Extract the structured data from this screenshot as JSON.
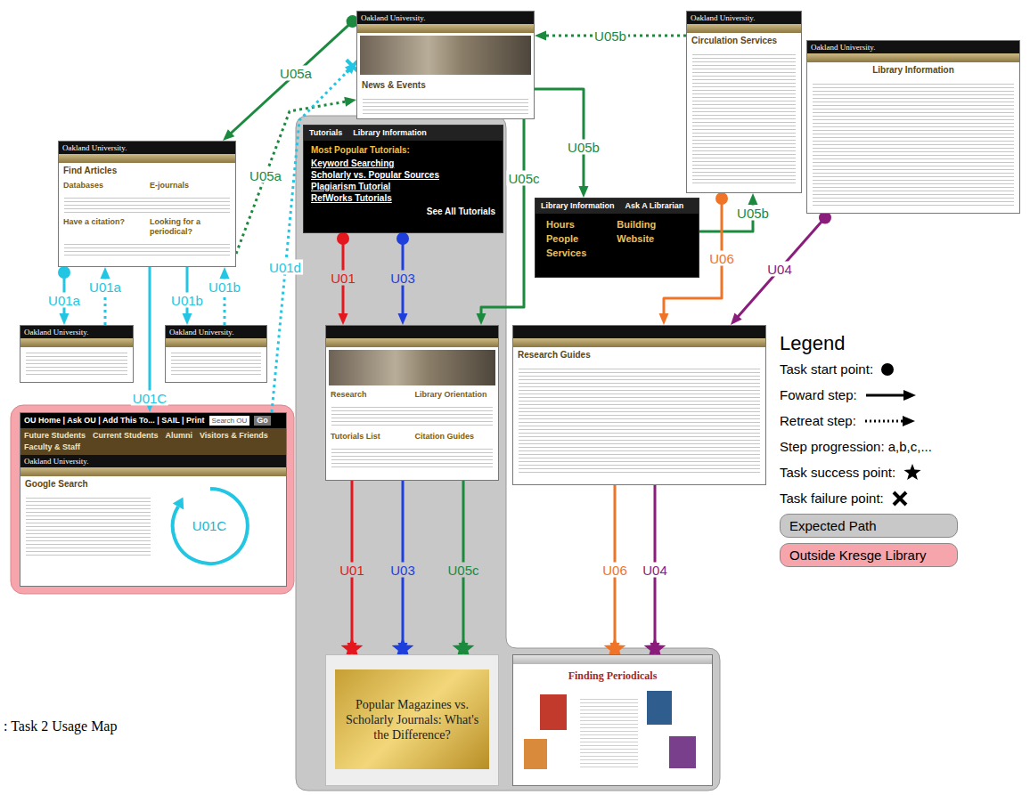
{
  "diagram": {
    "caption": ": Task 2 Usage Map",
    "nodes": [
      {
        "text": [
          "Oakland University.",
          "News & Events"
        ]
      },
      {
        "text": [
          "Oakland University.",
          "Circulation Services"
        ]
      },
      {
        "text": [
          "Oakland University.",
          "Library Information"
        ]
      },
      {
        "text": [
          "Tutorials",
          "Library Information",
          "Most Popular Tutorials:",
          "Keyword Searching",
          "Scholarly vs. Popular Sources",
          "Plagiarism Tutorial",
          "RefWorks Tutorials",
          "See All Tutorials"
        ]
      },
      {
        "text": [
          "Oakland University.",
          "Find Articles",
          "Databases",
          "E-journals",
          "Have a citation?",
          "Looking for a periodical?"
        ]
      },
      {
        "text": [
          "Library Information",
          "Ask A Librarian",
          "Hours",
          "People",
          "Services",
          "Building",
          "Website"
        ]
      },
      {
        "text": [
          "Oakland University."
        ]
      },
      {
        "text": [
          "Oakland University."
        ]
      },
      {
        "text": [
          "Research",
          "Library Orientation",
          "Tutorials List",
          "Citation Guides"
        ]
      },
      {
        "text": [
          "Research Guides"
        ]
      },
      {
        "text": [
          "OU Home | Ask OU | Add This To... | SAIL | Print",
          "Search OU",
          "Go",
          "Future Students",
          "Current Students",
          "Alumni",
          "Visitors & Friends",
          "Faculty & Staff",
          "Oakland University.",
          "Google Search"
        ]
      },
      {
        "text": [
          "Popular Magazines vs. Scholarly Journals: What's the Difference?"
        ]
      },
      {
        "text": [
          "Finding Periodicals"
        ]
      }
    ],
    "edges": [
      {
        "from": 3,
        "to": 8,
        "label": "U01",
        "arrow": "to"
      },
      {
        "from": 8,
        "to": 11,
        "label": "U01",
        "arrow": "to"
      },
      {
        "from": 3,
        "to": 8,
        "label": "U03",
        "arrow": "to"
      },
      {
        "from": 8,
        "to": 11,
        "label": "U03",
        "arrow": "to"
      },
      {
        "from": 0,
        "to": 4,
        "label": "U05a",
        "arrow": "to"
      },
      {
        "from": 4,
        "to": 0,
        "label": "U05a",
        "arrow": "to"
      },
      {
        "from": 1,
        "to": 0,
        "label": "U05b",
        "arrow": "to"
      },
      {
        "from": 0,
        "to": 5,
        "label": "U05b",
        "arrow": "to"
      },
      {
        "from": 5,
        "to": 1,
        "label": "U05b",
        "arrow": "to"
      },
      {
        "from": 0,
        "to": 8,
        "label": "U05c",
        "arrow": "to"
      },
      {
        "from": 8,
        "to": 11,
        "label": "U05c",
        "arrow": "to"
      },
      {
        "from": 1,
        "to": 9,
        "label": "U06",
        "arrow": "to"
      },
      {
        "from": 9,
        "to": 12,
        "label": "U06",
        "arrow": "to"
      },
      {
        "from": 2,
        "to": 9,
        "label": "U04",
        "arrow": "to"
      },
      {
        "from": 9,
        "to": 12,
        "label": "U04",
        "arrow": "to"
      },
      {
        "from": 4,
        "to": 6,
        "label": "U01a",
        "arrow": "to"
      },
      {
        "from": 6,
        "to": 4,
        "label": "U01a",
        "arrow": "to"
      },
      {
        "from": 4,
        "to": 7,
        "label": "U01b",
        "arrow": "to"
      },
      {
        "from": 7,
        "to": 4,
        "label": "U01b",
        "arrow": "to"
      },
      {
        "from": 4,
        "to": 10,
        "label": "U01C",
        "arrow": "to"
      },
      {
        "from": 10,
        "to": 0,
        "label": "U01d",
        "arrow": "to"
      }
    ],
    "labels": [
      "U01C",
      "Legend"
    ],
    "legend": [
      {
        "text": "Task start point:"
      },
      {
        "text": "Foward step:"
      },
      {
        "text": "Retreat step:"
      },
      {
        "text": "Step progression: a,b,c,..."
      },
      {
        "text": "Task success point:"
      },
      {
        "text": "Task failure point:"
      },
      {
        "text": "Expected Path",
        "color": "#c8c8c8"
      },
      {
        "text": "Outside Kresge Library",
        "color": "#f7a5ac"
      }
    ]
  }
}
